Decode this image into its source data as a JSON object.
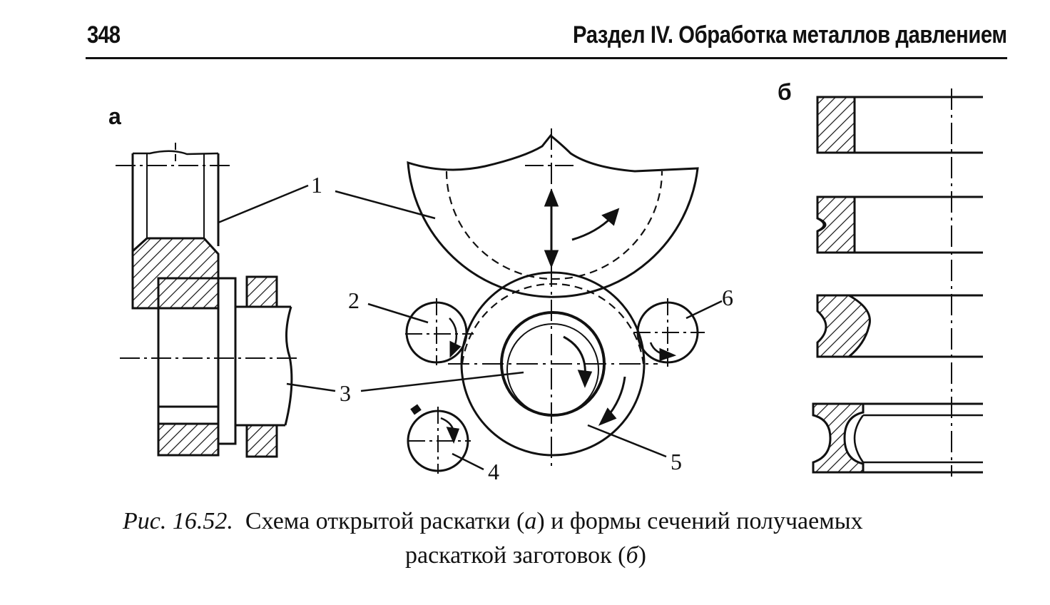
{
  "header": {
    "page_number": "348",
    "section_title": "Раздел IV. Обработка металлов давлением"
  },
  "figure": {
    "panel_a_label": "а",
    "panel_b_label": "б",
    "callouts": [
      "1",
      "2",
      "3",
      "4",
      "5",
      "6"
    ]
  },
  "caption": {
    "figure_number": "Рис. 16.52.",
    "text_part1": "Схема открытой раскатки (",
    "ref_a": "а",
    "text_part2": ") и формы сечений получаемых",
    "text_line2_part1": "раскаткой заготовок (",
    "ref_b": "б",
    "text_line2_part2": ")"
  }
}
